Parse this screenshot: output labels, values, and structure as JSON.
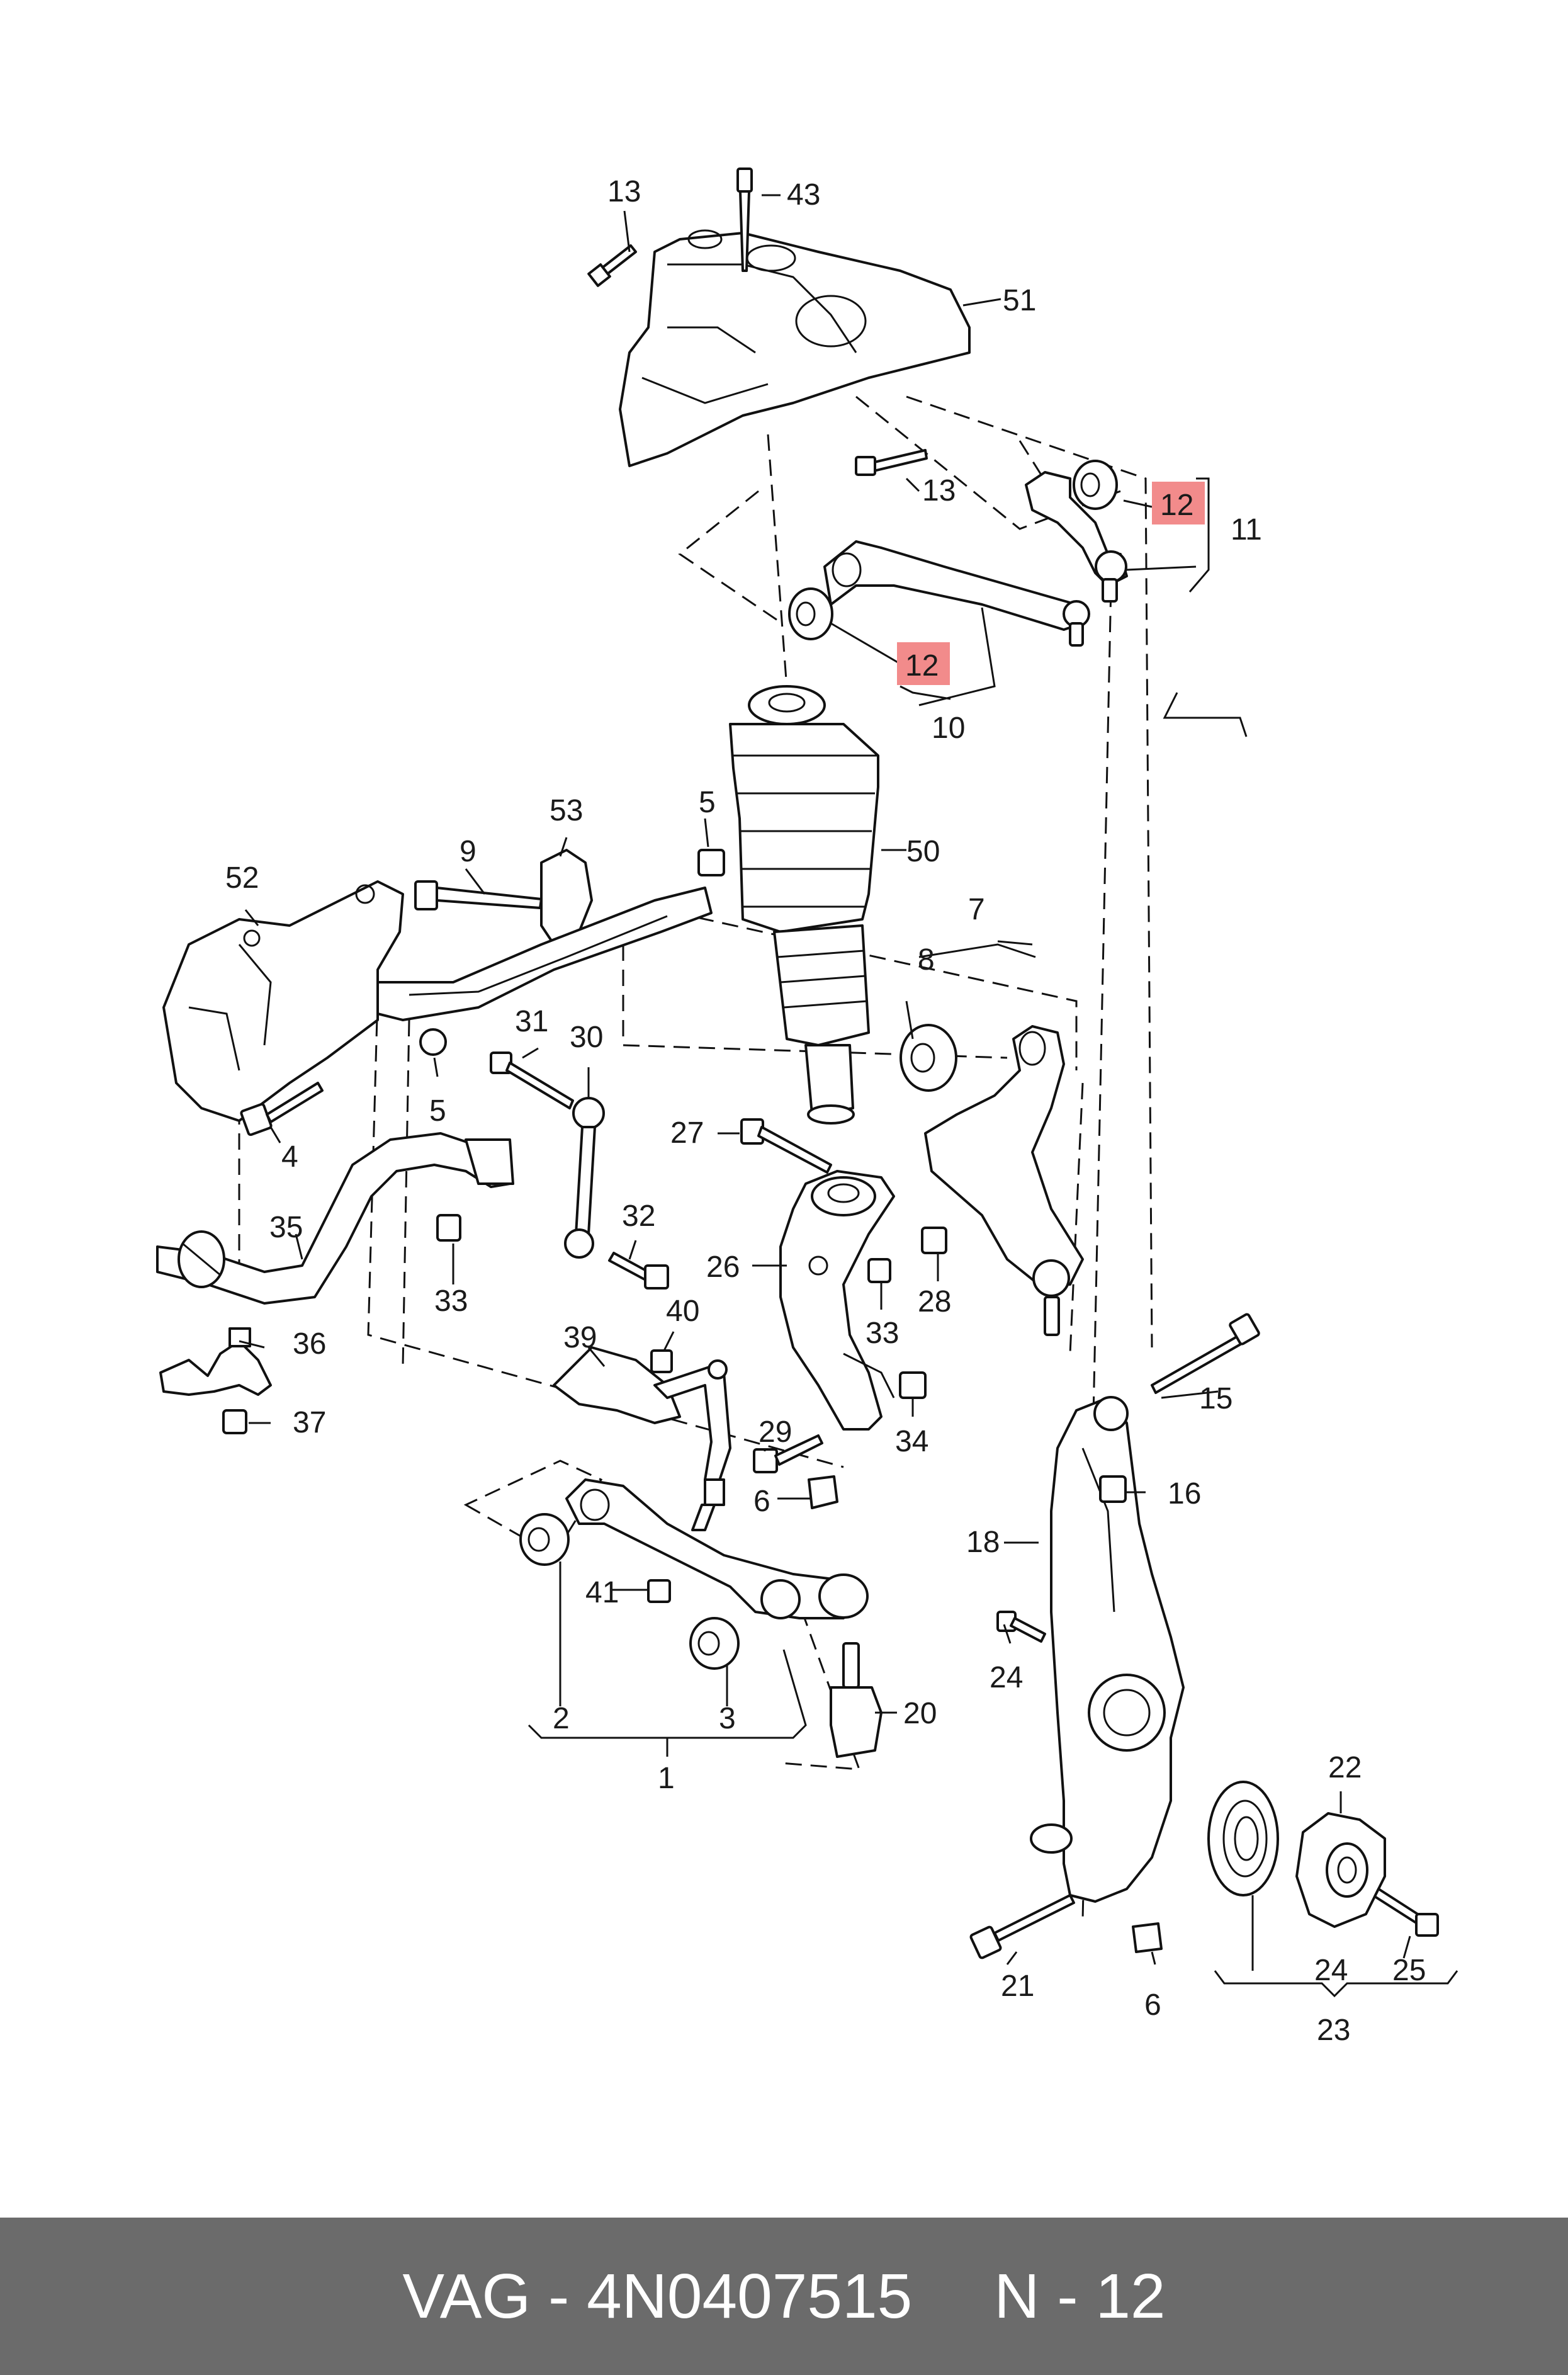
{
  "labels": {
    "l1": "1",
    "l2": "2",
    "l3": "3",
    "l4": "4",
    "l5a": "5",
    "l5b": "5",
    "l6a": "6",
    "l6b": "6",
    "l7": "7",
    "l8": "8",
    "l9": "9",
    "l10": "10",
    "l11": "11",
    "l12a": "12",
    "l12b": "12",
    "l13a": "13",
    "l13b": "13",
    "l15": "15",
    "l16": "16",
    "l18": "18",
    "l20": "20",
    "l21": "21",
    "l22": "22",
    "l23": "23",
    "l24a": "24",
    "l24b": "24",
    "l25": "25",
    "l26": "26",
    "l27": "27",
    "l28": "28",
    "l29": "29",
    "l30": "30",
    "l31": "31",
    "l32": "32",
    "l33a": "33",
    "l33b": "33",
    "l34": "34",
    "l35": "35",
    "l36": "36",
    "l37": "37",
    "l39": "39",
    "l40": "40",
    "l41": "41",
    "l43": "43",
    "l50": "50",
    "l51": "51",
    "l52": "52",
    "l53": "53"
  },
  "footer": {
    "brand": "VAG",
    "separator": "-",
    "part_number": "4N0407515",
    "ref": "N - 12"
  },
  "colors": {
    "highlight": "#f28b8b",
    "footer_bg": "#6b6b6b"
  }
}
